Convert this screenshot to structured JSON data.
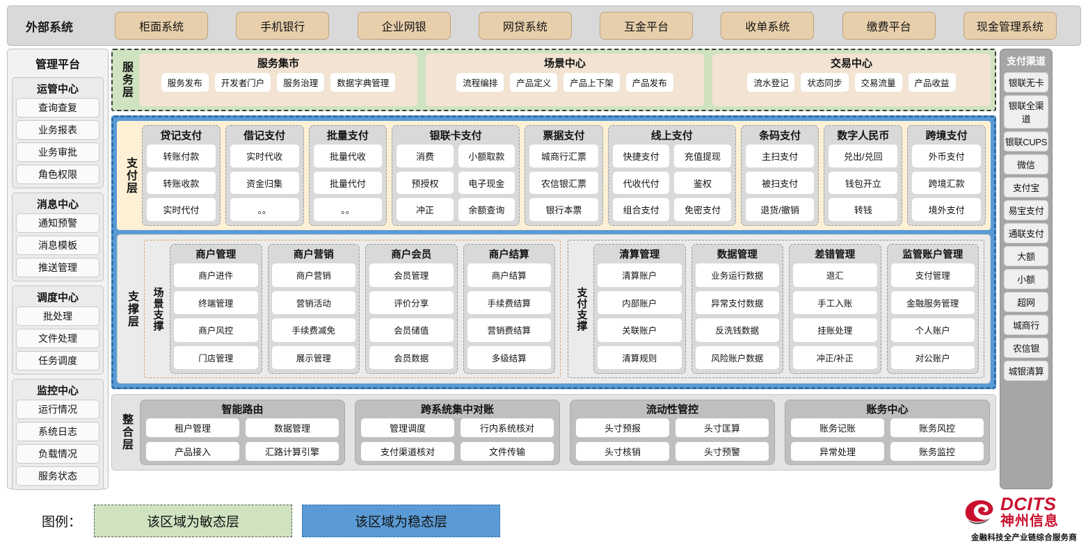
{
  "external": {
    "title": "外部系统",
    "systems": [
      "柜面系统",
      "手机银行",
      "企业网银",
      "网贷系统",
      "互金平台",
      "收单系统",
      "缴费平台",
      "现金管理系统"
    ]
  },
  "left_panel": {
    "title": "管理平台",
    "groups": [
      {
        "title": "运管中心",
        "items": [
          "查询查复",
          "业务报表",
          "业务审批",
          "角色权限"
        ]
      },
      {
        "title": "消息中心",
        "items": [
          "通知预警",
          "消息模板",
          "推送管理"
        ]
      },
      {
        "title": "调度中心",
        "items": [
          "批处理",
          "文件处理",
          "任务调度"
        ]
      },
      {
        "title": "监控中心",
        "items": [
          "运行情况",
          "系统日志",
          "负载情况",
          "服务状态"
        ]
      }
    ]
  },
  "right_panel": {
    "title": "支付渠道",
    "items": [
      "银联无卡",
      "银联全渠道",
      "银联CUPS",
      "微信",
      "支付宝",
      "易宝支付",
      "通联支付",
      "大额",
      "小额",
      "超网",
      "城商行",
      "农信银",
      "城银清算"
    ]
  },
  "service_layer": {
    "label": "服务层",
    "groups": [
      {
        "title": "服务集市",
        "items": [
          "服务发布",
          "开发者门户",
          "服务治理",
          "数据字典管理"
        ]
      },
      {
        "title": "场景中心",
        "items": [
          "流程编排",
          "产品定义",
          "产品上下架",
          "产品发布"
        ]
      },
      {
        "title": "交易中心",
        "items": [
          "流水登记",
          "状态同步",
          "交易流量",
          "产品收益"
        ]
      }
    ]
  },
  "payment_layer": {
    "label": "支付层",
    "groups": [
      {
        "title": "贷记支付",
        "cols": 1,
        "items": [
          "转账付款",
          "转账收款",
          "实时代付"
        ]
      },
      {
        "title": "借记支付",
        "cols": 1,
        "items": [
          "实时代收",
          "资金归集",
          "。。"
        ]
      },
      {
        "title": "批量支付",
        "cols": 1,
        "items": [
          "批量代收",
          "批量代付",
          "。。"
        ]
      },
      {
        "title": "银联卡支付",
        "cols": 2,
        "items": [
          "消费",
          "小额取款",
          "预授权",
          "电子现金",
          "冲正",
          "余额查询"
        ]
      },
      {
        "title": "票据支付",
        "cols": 1,
        "items": [
          "城商行汇票",
          "农信银汇票",
          "银行本票"
        ]
      },
      {
        "title": "线上支付",
        "cols": 2,
        "items": [
          "快捷支付",
          "充值提现",
          "代收代付",
          "鉴权",
          "组合支付",
          "免密支付"
        ]
      },
      {
        "title": "条码支付",
        "cols": 1,
        "items": [
          "主扫支付",
          "被扫支付",
          "退货/撤销"
        ]
      },
      {
        "title": "数字人民币",
        "cols": 1,
        "items": [
          "兑出/兑回",
          "钱包开立",
          "转钱"
        ]
      },
      {
        "title": "跨境支付",
        "cols": 1,
        "items": [
          "外币支付",
          "跨境汇款",
          "境外支付"
        ]
      }
    ]
  },
  "support_layer": {
    "label": "支撑层",
    "zones": [
      {
        "label": "场景支撑",
        "style": "orange",
        "cards": [
          {
            "title": "商户管理",
            "items": [
              "商户进件",
              "终端管理",
              "商户风控",
              "门店管理"
            ]
          },
          {
            "title": "商户营销",
            "items": [
              "商户营销",
              "营销活动",
              "手续费减免",
              "展示管理"
            ]
          },
          {
            "title": "商户会员",
            "items": [
              "会员管理",
              "评价分享",
              "会员储值",
              "会员数据"
            ]
          },
          {
            "title": "商户结算",
            "items": [
              "商户结算",
              "手续费结算",
              "营销费结算",
              "多级结算"
            ]
          }
        ]
      },
      {
        "label": "支付支撑",
        "style": "gray",
        "cards": [
          {
            "title": "清算管理",
            "items": [
              "清算账户",
              "内部账户",
              "关联账户",
              "清算规则"
            ]
          },
          {
            "title": "数据管理",
            "items": [
              "业务运行数据",
              "异常支付数据",
              "反洗钱数据",
              "风险账户数据"
            ]
          },
          {
            "title": "差错管理",
            "items": [
              "退汇",
              "手工入账",
              "挂账处理",
              "冲正/补正"
            ]
          },
          {
            "title": "监管账户管理",
            "items": [
              "支付管理",
              "金融服务管理",
              "个人账户",
              "对公账户"
            ]
          }
        ]
      }
    ]
  },
  "integration_layer": {
    "label": "整合层",
    "cards": [
      {
        "title": "智能路由",
        "items": [
          "租户管理",
          "数据管理",
          "产品接入",
          "汇路计算引擎"
        ]
      },
      {
        "title": "跨系统集中对账",
        "items": [
          "管理调度",
          "行内系统核对",
          "支付渠道核对",
          "文件传输"
        ]
      },
      {
        "title": "流动性管控",
        "items": [
          "头寸预报",
          "头寸匡算",
          "头寸核销",
          "头寸预警"
        ]
      },
      {
        "title": "账务中心",
        "items": [
          "账务记账",
          "账务风控",
          "异常处理",
          "账务监控"
        ]
      }
    ]
  },
  "legend": {
    "label": "图例：",
    "agile": "该区域为敏态层",
    "stable": "该区域为稳态层"
  },
  "logo": {
    "en": "DCITS",
    "cn": "神州信息",
    "tagline": "金融科技全产业链综合服务商"
  },
  "colors": {
    "agile_green": "#cfe3c0",
    "stable_blue": "#5b9bd5",
    "external_chip": "#e8cfab",
    "payment_bg": "#fdf0d5",
    "brand_red": "#c8102e"
  }
}
